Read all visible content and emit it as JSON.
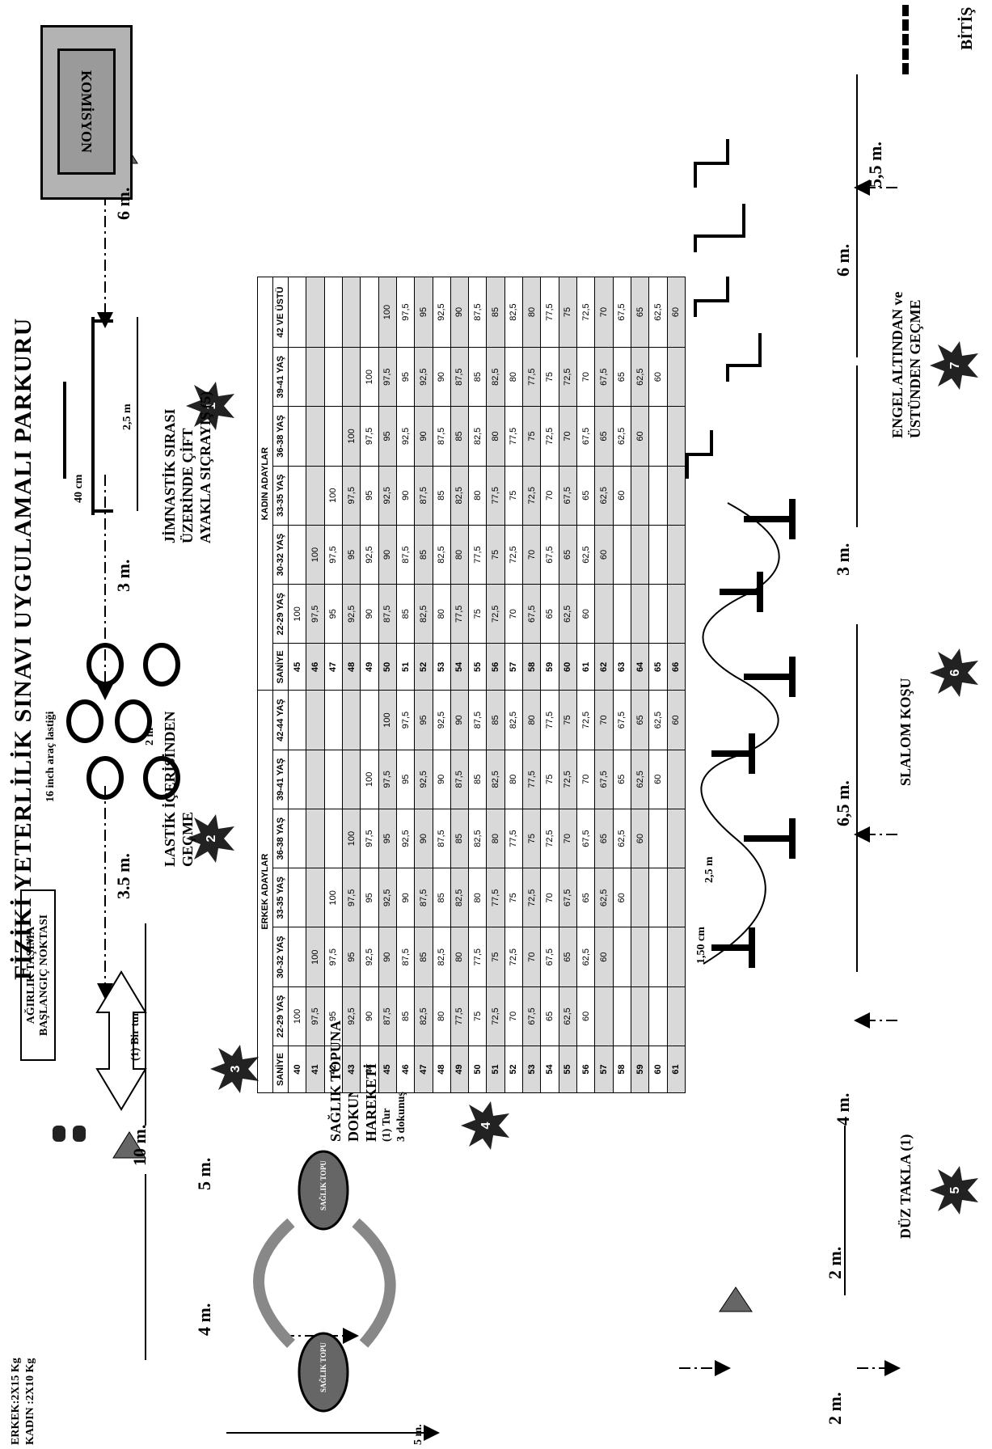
{
  "title": "FİZİKİ YETERLİLİK SINAVI UYGULAMALI PARKURU",
  "finish_label": "BİTİŞ",
  "commission_label": "KOMİSYON",
  "weights": {
    "male": "ERKEK:2X15 Kg",
    "female": "KADIN :2X10 Kg"
  },
  "start_point": "AĞIRLIK TAŞIMA BAŞLANGIÇ NOKTASI",
  "bir_tur": "(1) Bir tur",
  "stations": {
    "s1": {
      "number": "1",
      "label_1": "JİMNASTİK SIRASI",
      "label_2": "ÜZERİNDE ÇİFT",
      "label_3": "AYAKLA SIÇRAYIŞ (5)",
      "dim": "2,5 m",
      "height": "40 cm"
    },
    "s2": {
      "number": "2",
      "label_1": "LASTİK İÇERİSİNDEN",
      "label_2": "GEÇME",
      "tyre": "16 inch araç lastiği",
      "dim": "2 m"
    },
    "s3": {
      "number": "3"
    },
    "s4": {
      "number": "4",
      "label_1": "SAĞLIK TOPUNA",
      "label_2": "DOKUNMA",
      "label_3": "HAREKETİ",
      "label_4": "(1)  Tur",
      "label_5": "3 dokunuş",
      "ball": "SAĞLIK TOPU"
    },
    "s5": {
      "number": "5",
      "label": "DÜZ TAKLA  (1)"
    },
    "s6": {
      "number": "6",
      "label": "SLALOM KOŞU",
      "dim_small": "2,5 m",
      "height": "1,50 cm"
    },
    "s7": {
      "number": "7",
      "label_1": "ENGEL  ALTINDAN  ve",
      "label_2": "ÜSTÜNDEN  GEÇME"
    }
  },
  "distances": {
    "d6": "6 m.",
    "d3": "3 m.",
    "d35": "3.5 m.",
    "d10": "10 m.",
    "d5": "5 m.",
    "d4": "4 m.",
    "d5b": "5 m.",
    "d2a": "2 m.",
    "d2b": "2 m.",
    "d4b": "4 m.",
    "d65": "6,5 m.",
    "d3b": "3 m.",
    "d6b": "6 m.",
    "d55": "5,5 m."
  },
  "table": {
    "group_male": "ERKEK ADAYLAR",
    "group_female": "KADIN ADAYLAR",
    "male_headers": [
      "SANİYE",
      "22-29 YAŞ",
      "30-32 YAŞ",
      "33-35 YAŞ",
      "36-38 YAŞ",
      "39-41 YAŞ",
      "42-44 YAŞ"
    ],
    "female_headers": [
      "SANİYE",
      "22-29 YAŞ",
      "30-32 YAŞ",
      "33-35 YAŞ",
      "36-38 YAŞ",
      "39-41 YAŞ",
      "42 VE ÜSTÜ"
    ],
    "rows": [
      [
        "40",
        "100",
        "",
        "",
        "",
        "",
        "",
        "45",
        "100",
        "",
        "",
        "",
        "",
        ""
      ],
      [
        "41",
        "97,5",
        "100",
        "",
        "",
        "",
        "",
        "46",
        "97,5",
        "100",
        "",
        "",
        "",
        ""
      ],
      [
        "42",
        "95",
        "97,5",
        "100",
        "",
        "",
        "",
        "47",
        "95",
        "97,5",
        "100",
        "",
        "",
        ""
      ],
      [
        "43",
        "92,5",
        "95",
        "97,5",
        "100",
        "",
        "",
        "48",
        "92,5",
        "95",
        "97,5",
        "100",
        "",
        ""
      ],
      [
        "44",
        "90",
        "92,5",
        "95",
        "97,5",
        "100",
        "",
        "49",
        "90",
        "92,5",
        "95",
        "97,5",
        "100",
        ""
      ],
      [
        "45",
        "87,5",
        "90",
        "92,5",
        "95",
        "97,5",
        "100",
        "50",
        "87,5",
        "90",
        "92,5",
        "95",
        "97,5",
        "100"
      ],
      [
        "46",
        "85",
        "87,5",
        "90",
        "92,5",
        "95",
        "97,5",
        "51",
        "85",
        "87,5",
        "90",
        "92,5",
        "95",
        "97,5"
      ],
      [
        "47",
        "82,5",
        "85",
        "87,5",
        "90",
        "92,5",
        "95",
        "52",
        "82,5",
        "85",
        "87,5",
        "90",
        "92,5",
        "95"
      ],
      [
        "48",
        "80",
        "82,5",
        "85",
        "87,5",
        "90",
        "92,5",
        "53",
        "80",
        "82,5",
        "85",
        "87,5",
        "90",
        "92,5"
      ],
      [
        "49",
        "77,5",
        "80",
        "82,5",
        "85",
        "87,5",
        "90",
        "54",
        "77,5",
        "80",
        "82,5",
        "85",
        "87,5",
        "90"
      ],
      [
        "50",
        "75",
        "77,5",
        "80",
        "82,5",
        "85",
        "87,5",
        "55",
        "75",
        "77,5",
        "80",
        "82,5",
        "85",
        "87,5"
      ],
      [
        "51",
        "72,5",
        "75",
        "77,5",
        "80",
        "82,5",
        "85",
        "56",
        "72,5",
        "75",
        "77,5",
        "80",
        "82,5",
        "85"
      ],
      [
        "52",
        "70",
        "72,5",
        "75",
        "77,5",
        "80",
        "82,5",
        "57",
        "70",
        "72,5",
        "75",
        "77,5",
        "80",
        "82,5"
      ],
      [
        "53",
        "67,5",
        "70",
        "72,5",
        "75",
        "77,5",
        "80",
        "58",
        "67,5",
        "70",
        "72,5",
        "75",
        "77,5",
        "80"
      ],
      [
        "54",
        "65",
        "67,5",
        "70",
        "72,5",
        "75",
        "77,5",
        "59",
        "65",
        "67,5",
        "70",
        "72,5",
        "75",
        "77,5"
      ],
      [
        "55",
        "62,5",
        "65",
        "67,5",
        "70",
        "72,5",
        "75",
        "60",
        "62,5",
        "65",
        "67,5",
        "70",
        "72,5",
        "75"
      ],
      [
        "56",
        "60",
        "62,5",
        "65",
        "67,5",
        "70",
        "72,5",
        "61",
        "60",
        "62,5",
        "65",
        "67,5",
        "70",
        "72,5"
      ],
      [
        "57",
        "",
        "60",
        "62,5",
        "65",
        "67,5",
        "70",
        "62",
        "",
        "60",
        "62,5",
        "65",
        "67,5",
        "70"
      ],
      [
        "58",
        "",
        "",
        "60",
        "62,5",
        "65",
        "67,5",
        "63",
        "",
        "",
        "60",
        "62,5",
        "65",
        "67,5"
      ],
      [
        "59",
        "",
        "",
        "",
        "60",
        "62,5",
        "65",
        "64",
        "",
        "",
        "",
        "60",
        "62,5",
        "65"
      ],
      [
        "60",
        "",
        "",
        "",
        "",
        "60",
        "62,5",
        "65",
        "",
        "",
        "",
        "",
        "60",
        "62,5"
      ],
      [
        "61",
        "",
        "",
        "",
        "",
        "",
        "60",
        "66",
        "",
        "",
        "",
        "",
        "",
        "60"
      ]
    ]
  }
}
